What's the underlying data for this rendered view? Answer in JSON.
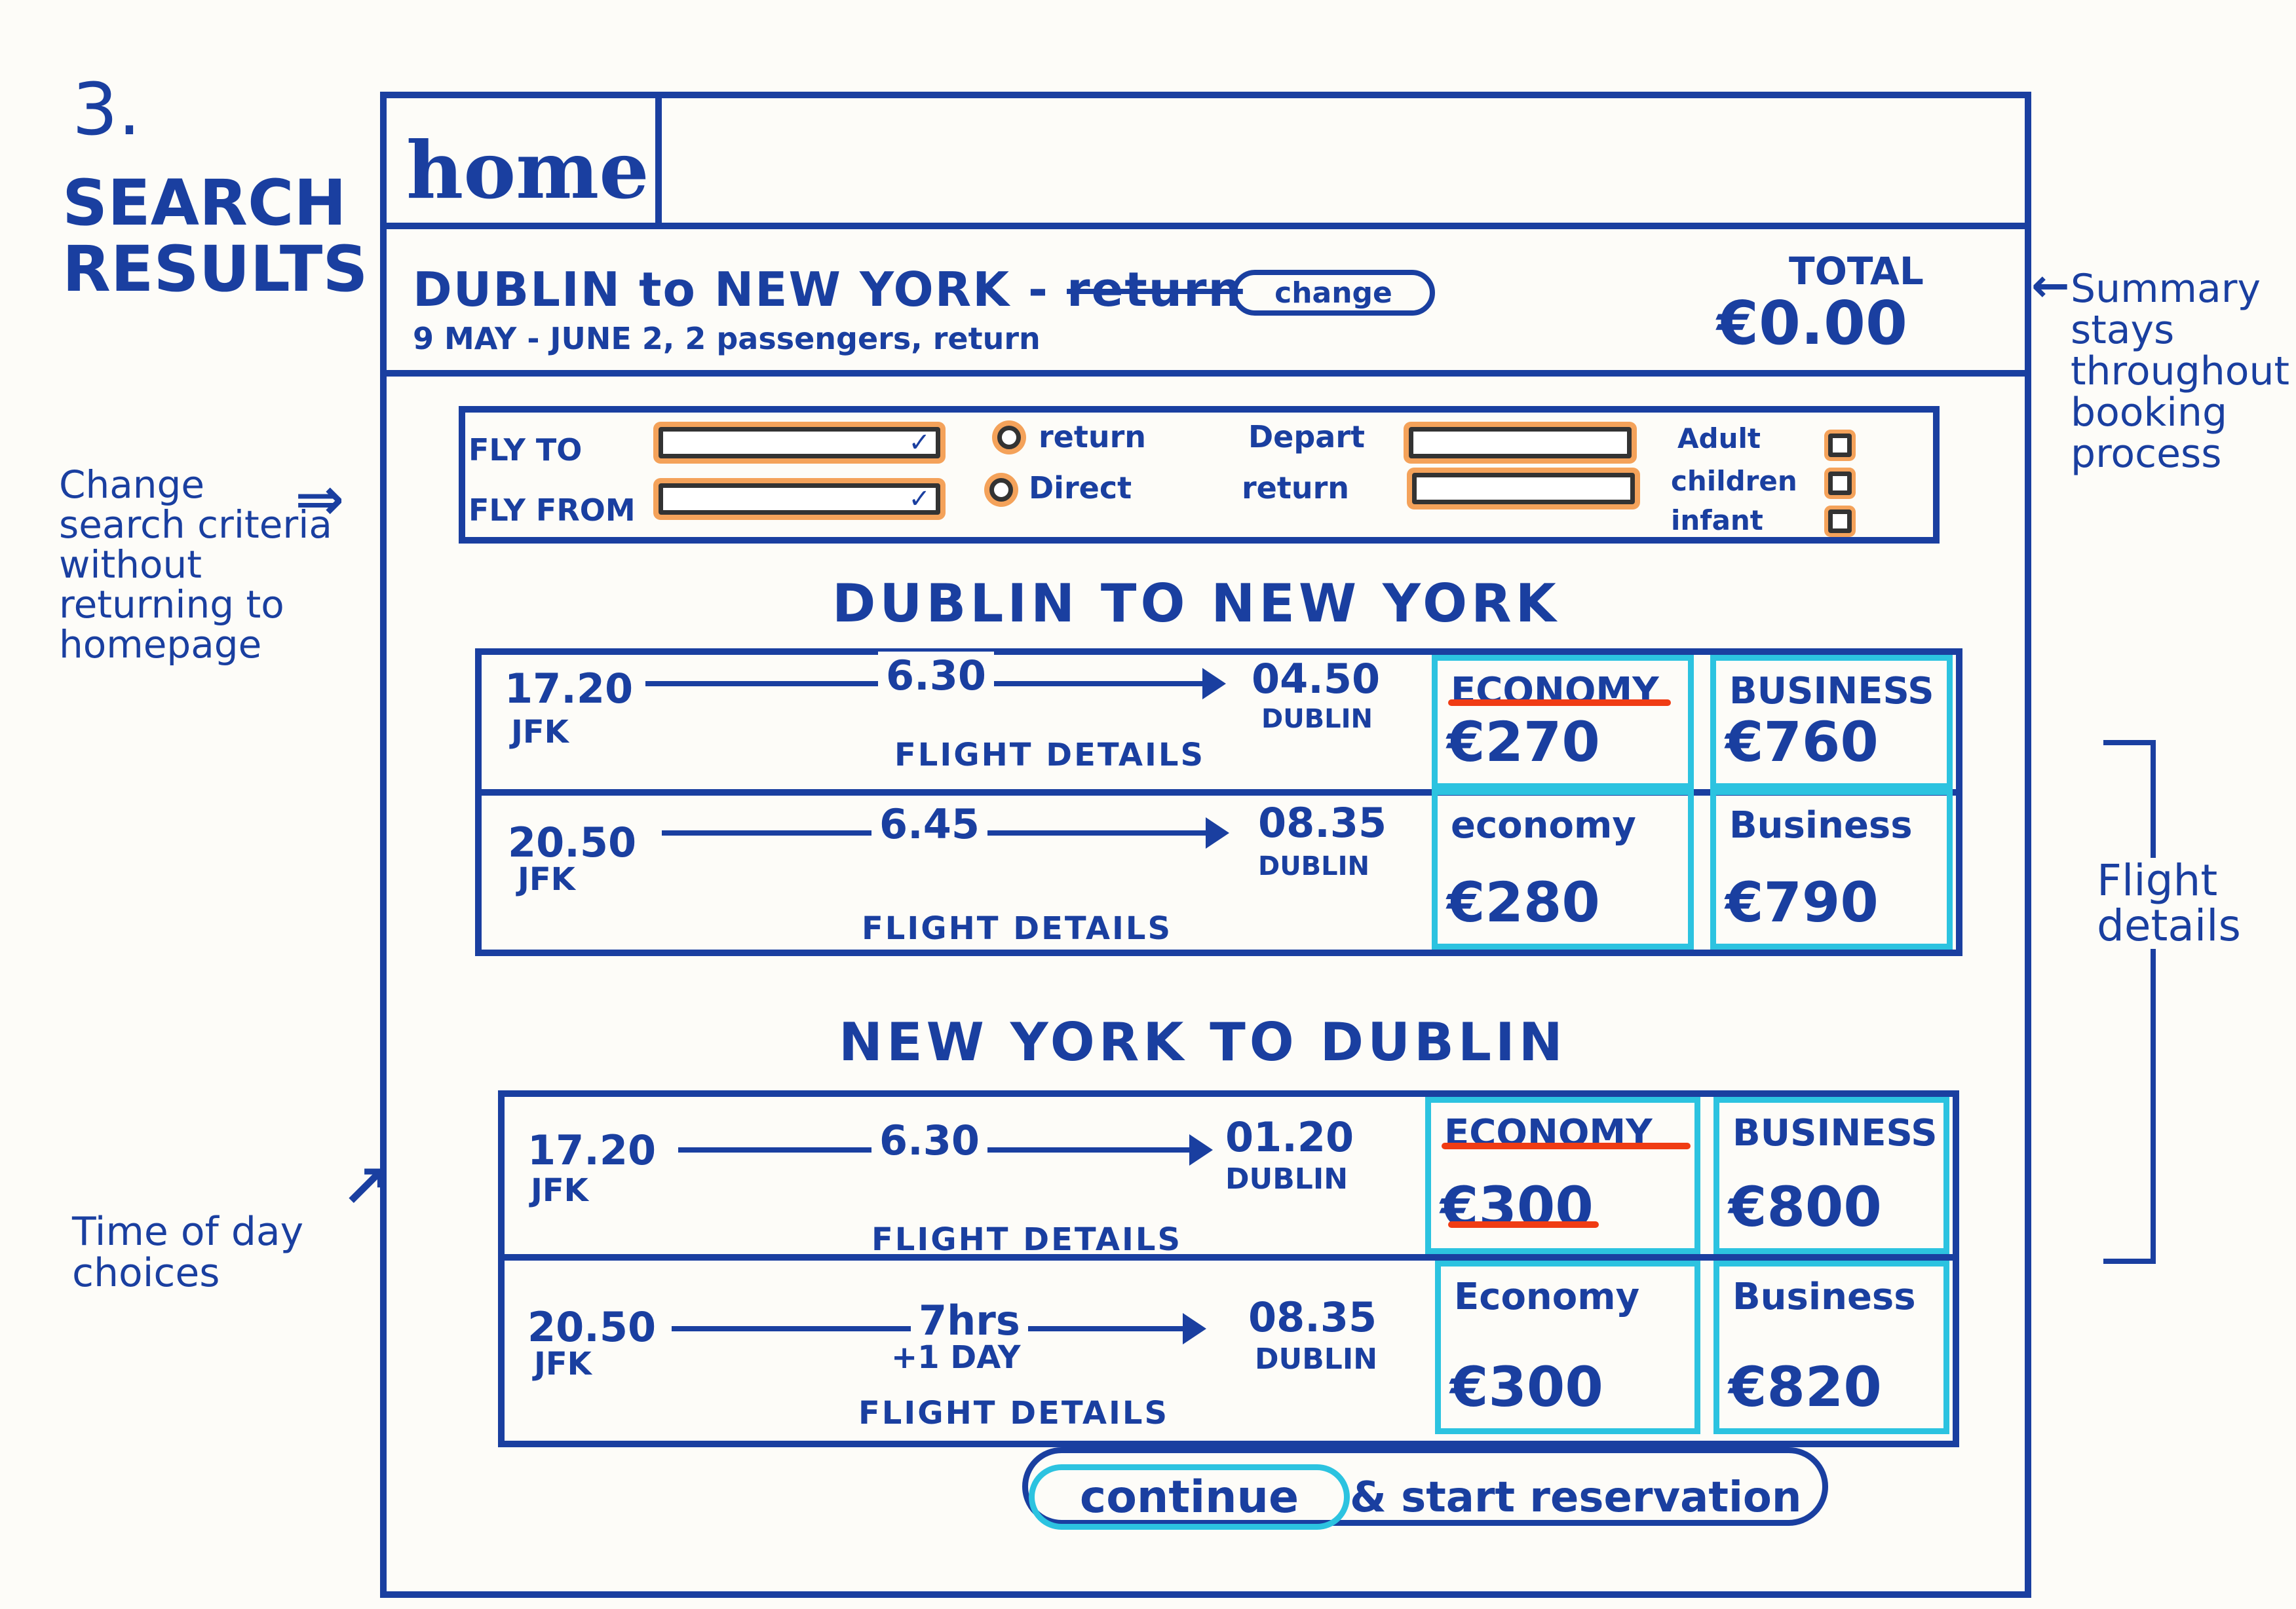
{
  "page": {
    "number": "3.",
    "heading": "SEARCH RESULTS"
  },
  "annotations": {
    "left_search": "Change search criteria without returning to homepage",
    "left_time": "Time of day choices",
    "right_summary": "Summary stays throughout booking process",
    "right_details": "Flight details"
  },
  "nav": {
    "home_label": "home"
  },
  "summary": {
    "route": "DUBLIN to NEW YORK -",
    "struck_text": "return",
    "change_label": "change",
    "dates": "9 MAY - JUNE 2, 2 passengers, return",
    "total_label": "TOTAL",
    "total_value": "€0.00"
  },
  "search": {
    "fly_to_label": "FLY TO",
    "fly_from_label": "FLY FROM",
    "return_option": "return",
    "direct_option": "Direct",
    "depart_label": "Depart",
    "return_label": "return",
    "adult_label": "Adult",
    "children_label": "children",
    "infant_label": "infant"
  },
  "outbound": {
    "title": "DUBLIN TO NEW YORK",
    "flights": [
      {
        "depart_time": "17.20",
        "depart_place": "JFK",
        "duration": "6.30",
        "arrive_time": "04.50",
        "arrive_place": "DUBLIN",
        "details": "FLIGHT DETAILS",
        "economy_label": "ECONOMY",
        "economy_price": "€270",
        "business_label": "BUSINESS",
        "business_price": "€760"
      },
      {
        "depart_time": "20.50",
        "depart_place": "JFK",
        "duration": "6.45",
        "arrive_time": "08.35",
        "arrive_place": "DUBLIN",
        "details": "FLIGHT DETAILS",
        "economy_label": "economy",
        "economy_price": "€280",
        "business_label": "Business",
        "business_price": "€790"
      }
    ]
  },
  "inbound": {
    "title": "NEW YORK TO DUBLIN",
    "flights": [
      {
        "depart_time": "17.20",
        "depart_place": "JFK",
        "duration": "6.30",
        "arrive_time": "01.20",
        "arrive_place": "DUBLIN",
        "details": "FLIGHT DETAILS",
        "economy_label": "ECONOMY",
        "economy_price": "€300",
        "business_label": "BUSINESS",
        "business_price": "€800"
      },
      {
        "depart_time": "20.50",
        "depart_place": "JFK",
        "duration": "7hrs",
        "duration_extra": "+1 DAY",
        "arrive_time": "08.35",
        "arrive_place": "DUBLIN",
        "details": "FLIGHT DETAILS",
        "economy_label": "Economy",
        "economy_price": "€300",
        "business_label": "Business",
        "business_price": "€820"
      }
    ]
  },
  "footer": {
    "continue_label": "continue",
    "restart_label": "& start reservation"
  },
  "colors": {
    "ink": "#1a3fa0",
    "highlight_field": "#f4a25a",
    "fare_border": "#2cc3e0",
    "selected_underline": "#f03c14"
  }
}
